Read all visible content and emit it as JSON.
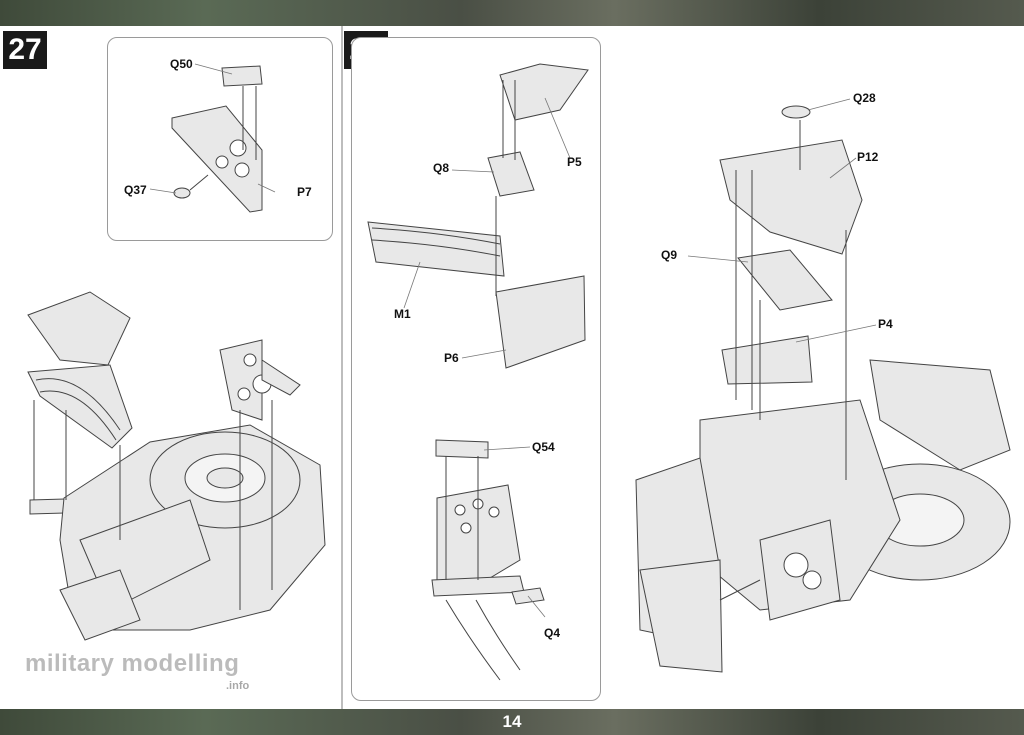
{
  "page": {
    "number": "14"
  },
  "steps": [
    {
      "number": "27",
      "parts": [
        "Q50",
        "Q37",
        "P7"
      ]
    },
    {
      "number": "28",
      "parts": [
        "P5",
        "Q8",
        "M1",
        "P6",
        "Q54",
        "Q4"
      ]
    }
  ],
  "right_panel": {
    "parts": [
      "Q28",
      "P12",
      "Q9",
      "P4"
    ]
  },
  "watermark": {
    "text": "military modelling",
    "sub": ".info"
  },
  "colors": {
    "strip": "#4a5244",
    "badge": "#1a1a1a",
    "part_fill": "#e6e6e6",
    "line": "#444444"
  }
}
